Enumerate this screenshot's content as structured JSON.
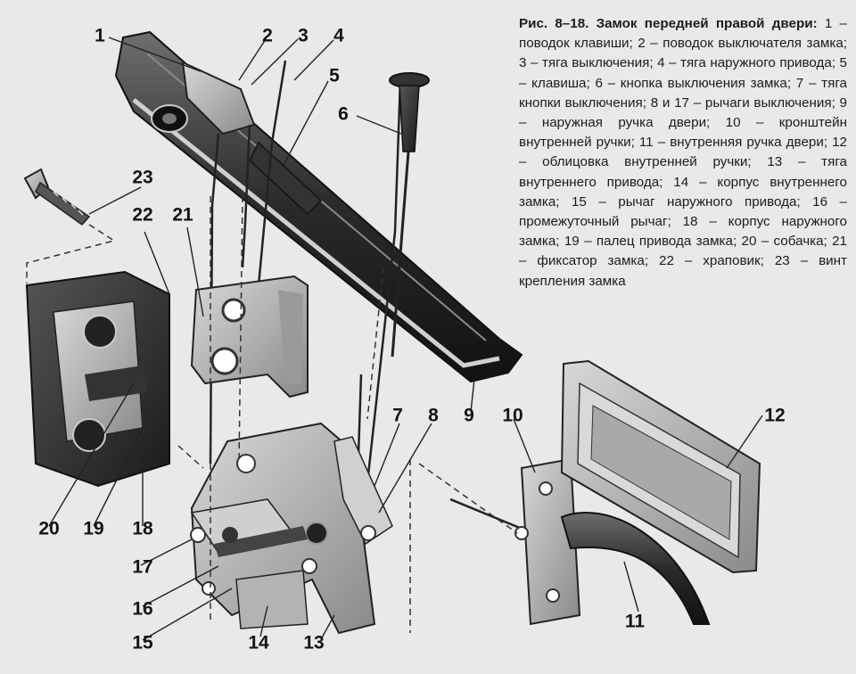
{
  "caption": {
    "heading": "Рис. 8–18. Замок передней правой двери:",
    "body": " 1 – поводок клавиши; 2 – поводок выключателя замка; 3 – тяга выключения; 4 – тяга наружного привода; 5 – клавиша; 6 – кнопка выключения замка; 7 – тяга кнопки выключения; 8 и 17 – рычаги выключения; 9 – наружная ручка двери; 10 – кронштейн внутренней ручки; 11 – внутренняя ручка двери; 12 – облицовка внутренней ручки; 13 – тяга внутреннего привода; 14 – корпус внутреннего замка; 15 – рычаг наружного привода; 16 – промежуточный рычаг; 18 – корпус наружного замка; 19 – палец привода замка; 20 – собачка; 21 – фиксатор замка; 22 – храповик; 23 – винт крепления замка"
  },
  "callouts": [
    "1",
    "2",
    "3",
    "4",
    "5",
    "6",
    "7",
    "8",
    "9",
    "10",
    "11",
    "12",
    "13",
    "14",
    "15",
    "16",
    "17",
    "18",
    "19",
    "20",
    "21",
    "22",
    "23"
  ],
  "colors": {
    "background": "#e9e9e7",
    "ink": "#1c1c1c",
    "metal_dark": "#2a2a2a",
    "metal_light": "#bdbdbb"
  }
}
